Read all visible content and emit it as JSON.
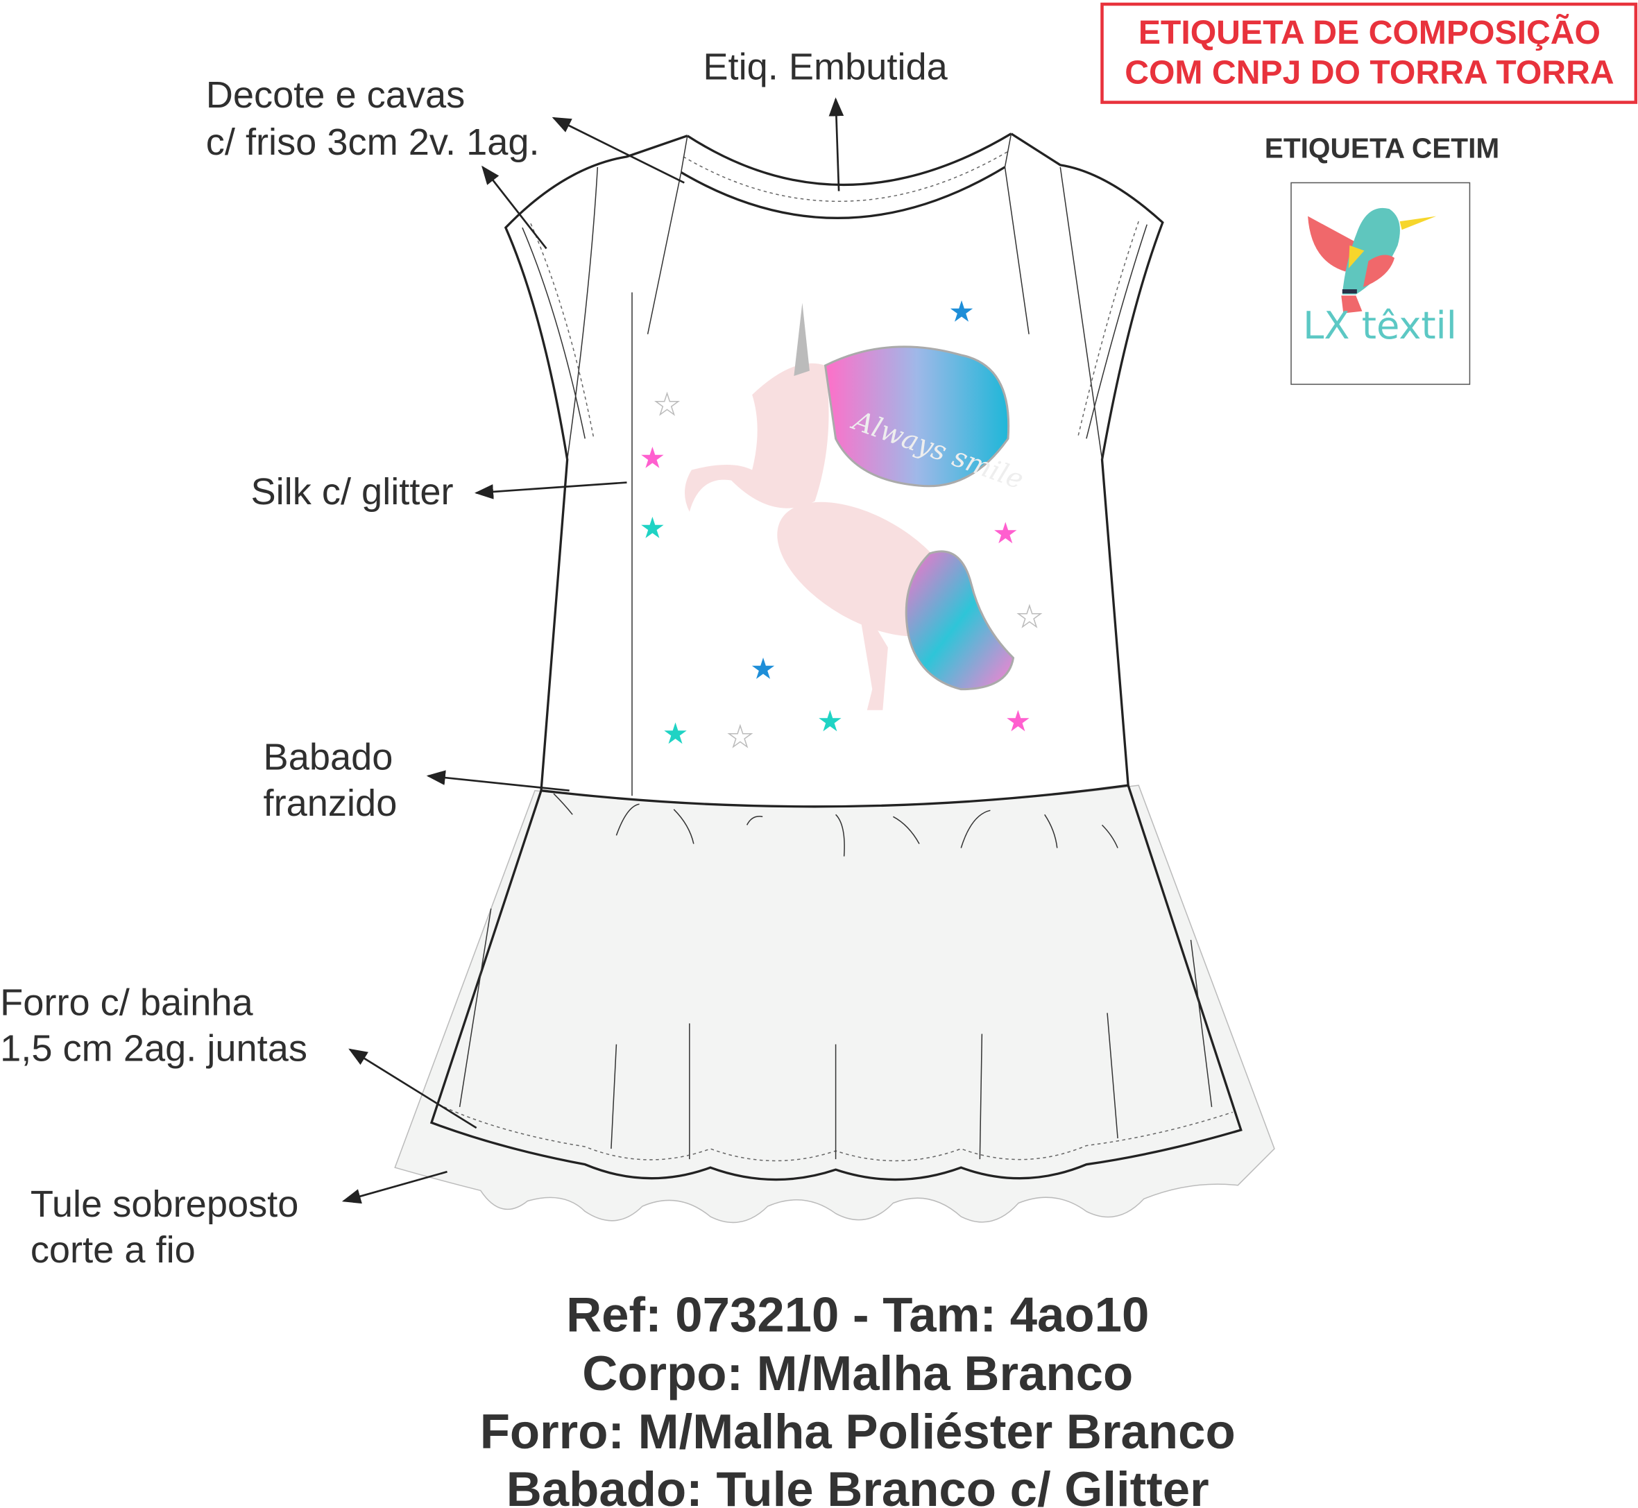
{
  "composition_label": {
    "line1": "ETIQUETA DE COMPOSIÇÃO",
    "line2": "COM CNPJ DO TORRA TORRA",
    "color": "#e8323c"
  },
  "satin_label": {
    "title": "ETIQUETA CETIM",
    "brand": "LX têxtil"
  },
  "annotations": {
    "embedded_label": "Etiq. Embutida",
    "neckline_line1": "Decote e cavas",
    "neckline_line2": "c/ friso 3cm 2v. 1ag.",
    "silk": "Silk c/ glitter",
    "ruffle_line1": "Babado",
    "ruffle_line2": "franzido",
    "lining_line1": "Forro c/ bainha",
    "lining_line2": "1,5 cm 2ag. juntas",
    "tulle_line1": "Tule sobreposto",
    "tulle_line2": "corte a fio"
  },
  "print_text": "Always smile",
  "specs": {
    "ref": "Ref: 073210 - Tam: 4ao10",
    "body": "Corpo: M/Malha Branco",
    "lining": "Forro: M/Malha Poliéster Branco",
    "ruffle": "Babado: Tule Branco c/ Glitter"
  }
}
